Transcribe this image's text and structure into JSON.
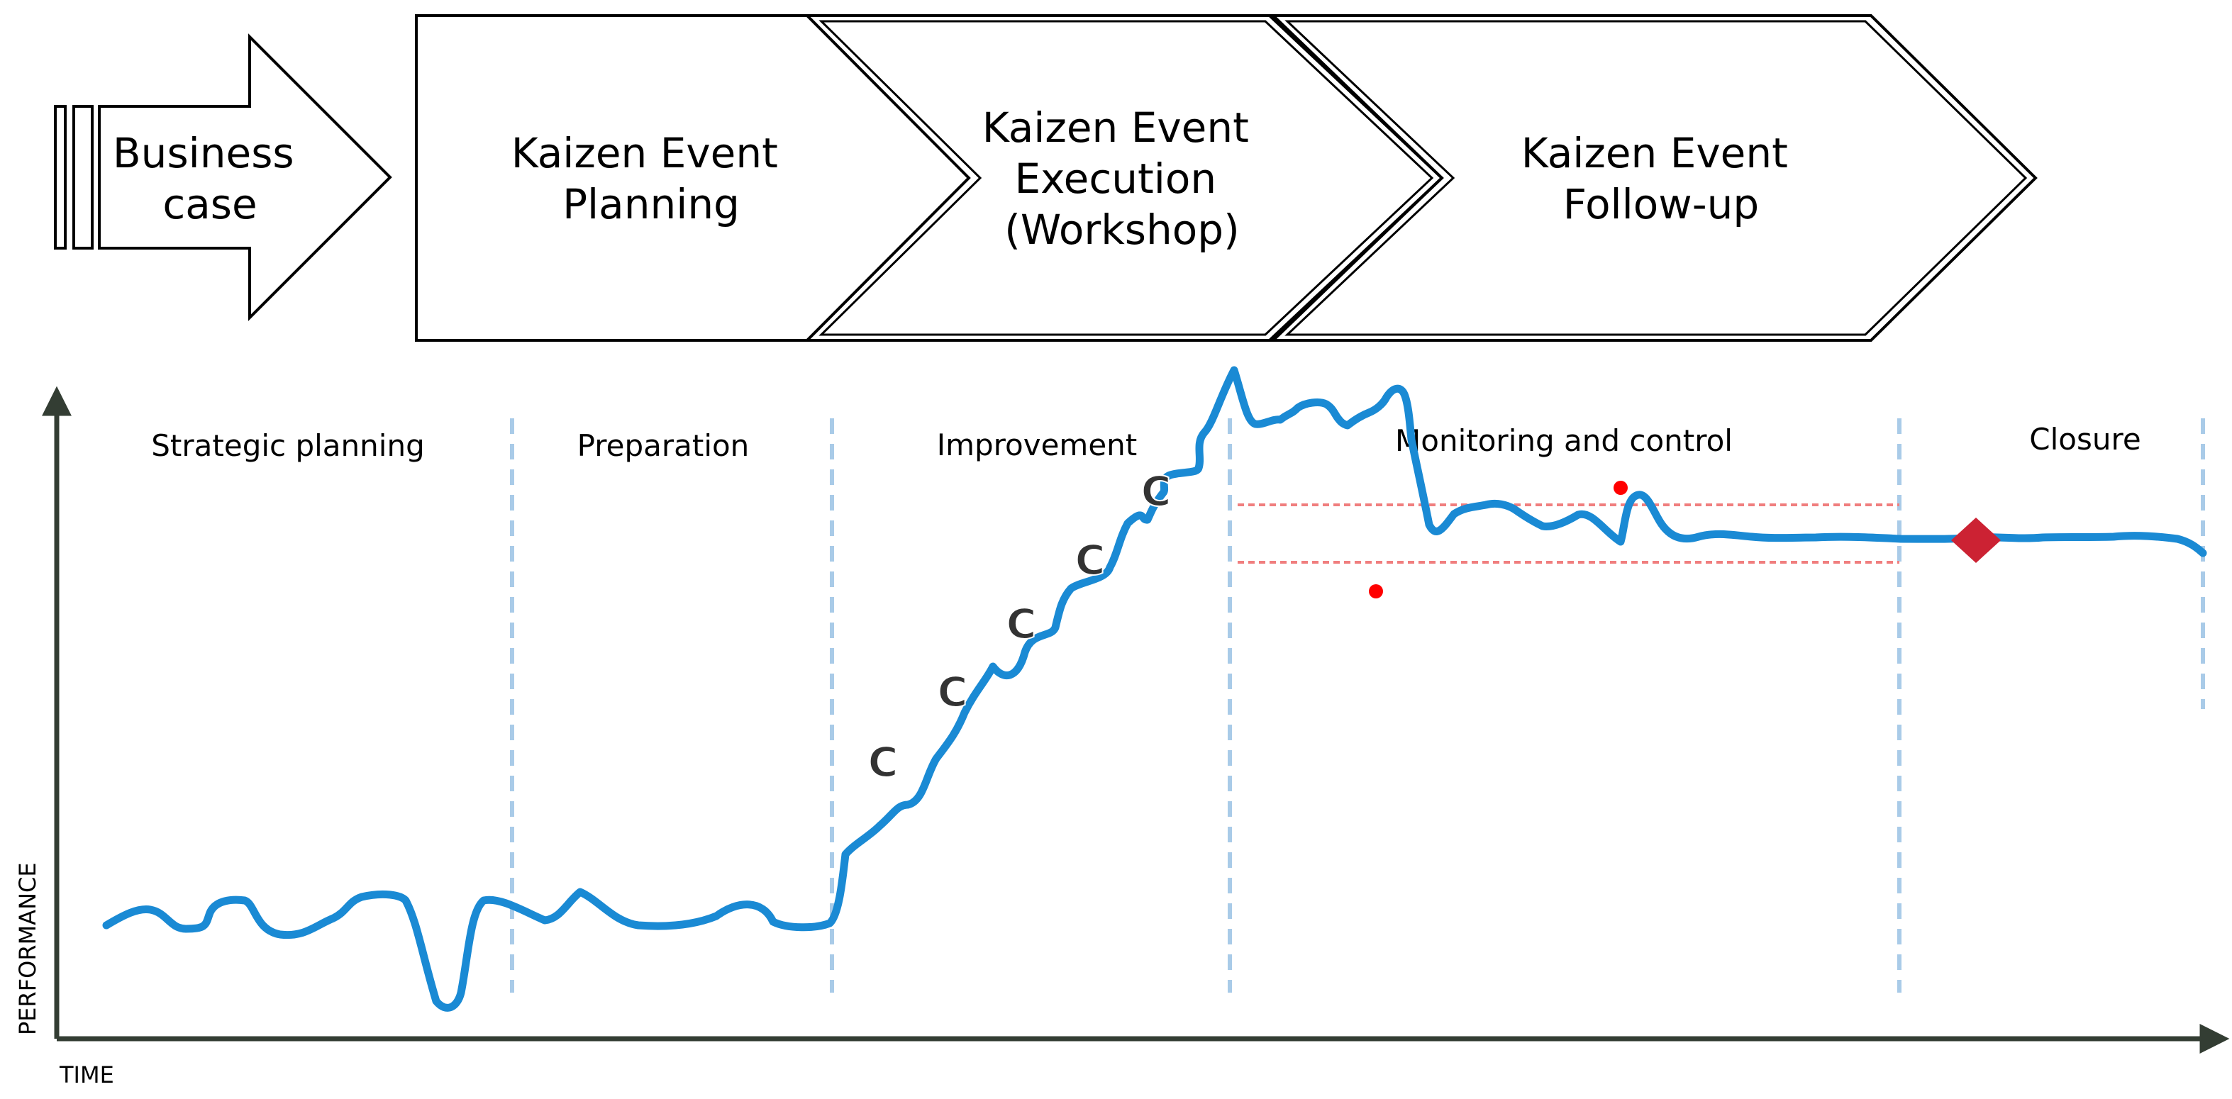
{
  "process": {
    "business_case": [
      "Business",
      "case"
    ],
    "planning": [
      "Kaizen Event",
      "Planning"
    ],
    "execution": [
      "Kaizen Event",
      "Execution",
      "(Workshop)"
    ],
    "follow_up": [
      "Kaizen Event",
      "Follow-up"
    ]
  },
  "phases": [
    "Strategic planning",
    "Preparation",
    "Improvement",
    "Monitoring and control",
    "Closure"
  ],
  "axes": {
    "y_label": "PERFORMANCE",
    "x_label": "TIME"
  },
  "cycle_markers": [
    "C",
    "C",
    "C",
    "C",
    "C"
  ],
  "colors": {
    "curve": "#1a8ad4",
    "divider": "#a9cbe8",
    "control_limit": "#f07e7e",
    "outlier_point": "#ff0000",
    "closure_marker": "#cc2233",
    "axis": "#333d33"
  }
}
